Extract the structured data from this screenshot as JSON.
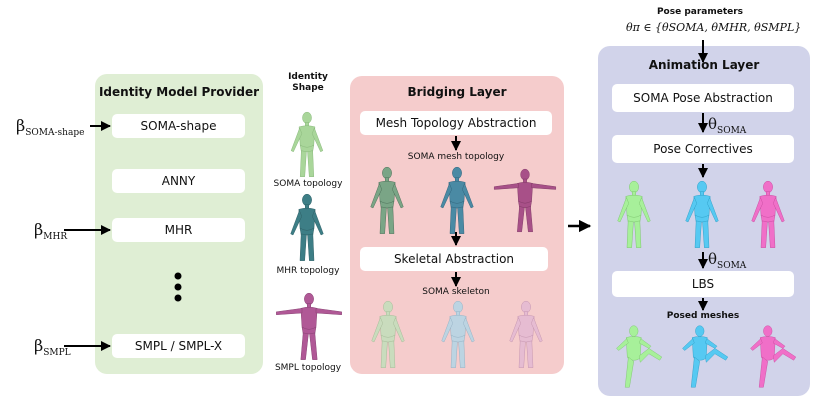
{
  "colors": {
    "identity_panel": "#dfeed4",
    "bridging_panel": "#f5cccc",
    "animation_panel": "#d1d3ea",
    "soma_green": "#a9d69a",
    "mhr_teal": "#3d7e86",
    "smpl_magenta": "#b05896",
    "posed_green": "#a7f09a",
    "posed_cyan": "#56c9f2",
    "posed_pink": "#f06fc8"
  },
  "identity": {
    "title": "Identity Model Provider",
    "boxes": [
      "SOMA-shape",
      "ANNY",
      "MHR",
      "SMPL / SMPL-X"
    ],
    "inputs": [
      {
        "symbol": "β",
        "subscript": "SOMA-shape"
      },
      {
        "symbol": "β",
        "subscript": "MHR"
      },
      {
        "symbol": "β",
        "subscript": "SMPL"
      }
    ]
  },
  "shape_column": {
    "heading_line1": "Identity",
    "heading_line2": "Shape",
    "labels": [
      "SOMA topology",
      "MHR topology",
      "SMPL topology"
    ]
  },
  "bridging": {
    "title": "Bridging Layer",
    "mesh_box": "Mesh Topology Abstraction",
    "mesh_label": "SOMA mesh topology",
    "skeletal_box": "Skeletal Abstraction",
    "skeleton_label": "SOMA skeleton"
  },
  "animation": {
    "pose_heading": "Pose parameters",
    "pose_formula": "θπ ∈ {θSOMA, θMHR, θSMPL}",
    "title": "Animation Layer",
    "pose_abstraction_box": "SOMA Pose Abstraction",
    "theta_label_1": {
      "symbol": "θ",
      "subscript": "SOMA"
    },
    "correctives_box": "Pose Correctives",
    "theta_label_2": {
      "symbol": "θ",
      "subscript": "SOMA"
    },
    "lbs_box": "LBS",
    "posed_label": "Posed meshes"
  }
}
